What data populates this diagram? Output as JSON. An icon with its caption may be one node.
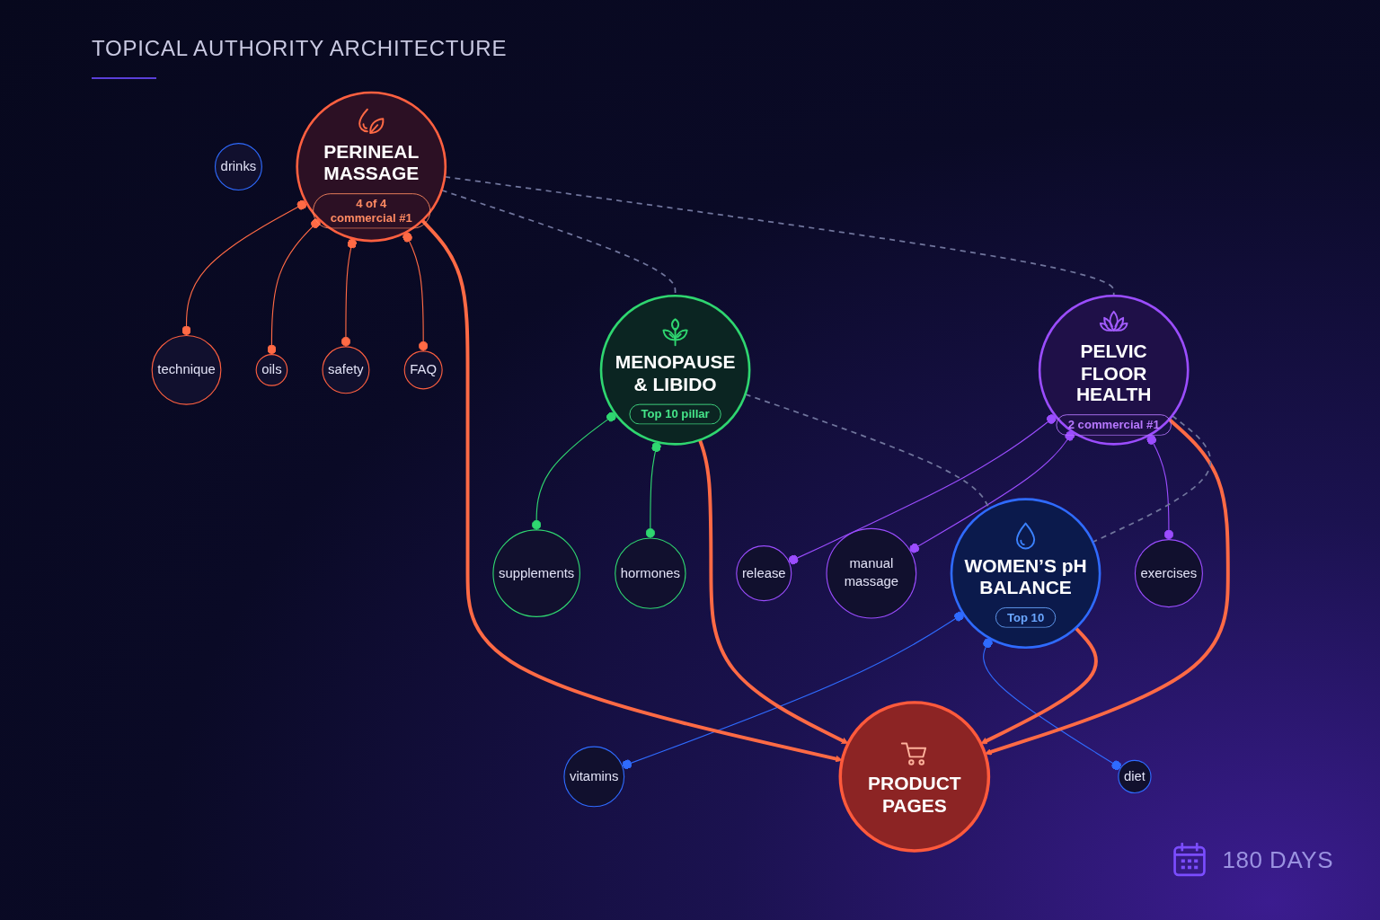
{
  "diagram": {
    "title": "TOPICAL AUTHORITY ARCHITECTURE",
    "nodes": [
      {
        "text": [
          "PERINEAL MASSAGE",
          "4 of 4 commercial #1"
        ]
      },
      {
        "text": [
          "technique"
        ]
      },
      {
        "text": [
          "oils"
        ]
      },
      {
        "text": [
          "safety"
        ]
      },
      {
        "text": [
          "FAQ"
        ]
      },
      {
        "text": [
          "MENOPAUSE & LIBIDO",
          "Top 10 pillar"
        ]
      },
      {
        "text": [
          "supplements"
        ]
      },
      {
        "text": [
          "hormones"
        ]
      },
      {
        "text": [
          "PRODUCT PAGES"
        ]
      },
      {
        "text": [
          "PELVIC FLOOR HEALTH",
          "2 commercial #1"
        ]
      },
      {
        "text": [
          "release"
        ]
      },
      {
        "text": [
          "manual massage"
        ]
      },
      {
        "text": [
          "exercises"
        ]
      },
      {
        "text": [
          "WOMEN’S pH BALANCE",
          "Top 10"
        ]
      },
      {
        "text": [
          "vitamins"
        ]
      },
      {
        "text": [
          "diet"
        ]
      },
      {
        "text": [
          "drinks"
        ]
      }
    ],
    "edges": [
      {
        "from": 0,
        "to": 1,
        "arrow": "other"
      },
      {
        "from": 0,
        "to": 2,
        "arrow": "other"
      },
      {
        "from": 0,
        "to": 3,
        "arrow": "other"
      },
      {
        "from": 0,
        "to": 4,
        "arrow": "other"
      },
      {
        "from": 5,
        "to": 6,
        "arrow": "other",
        "color": "#2fd670"
      },
      {
        "from": 5,
        "to": 7,
        "arrow": "other",
        "color": "#2fd670"
      },
      {
        "from": 9,
        "to": 10,
        "arrow": "other",
        "color": "#9b4dff"
      },
      {
        "from": 9,
        "to": 11,
        "arrow": "other",
        "color": "#9b4dff"
      },
      {
        "from": 9,
        "to": 12,
        "arrow": "other",
        "color": "#9b4dff"
      },
      {
        "from": 13,
        "to": 14,
        "arrow": "other",
        "color": "#2f6bff"
      },
      {
        "from": 13,
        "to": 15,
        "arrow": "other",
        "color": "#2f6bff"
      },
      {
        "from": 0,
        "to": 8,
        "arrow": "to",
        "style": "thick"
      },
      {
        "from": 5,
        "to": 8,
        "arrow": "to",
        "style": "thick"
      },
      {
        "from": 9,
        "to": 8,
        "arrow": "to",
        "style": "thick"
      },
      {
        "from": 13,
        "to": 8,
        "arrow": "to",
        "style": "thick"
      },
      {
        "from": 0,
        "to": 5,
        "arrow": "none",
        "style": "dashed",
        "color": "#70759c"
      },
      {
        "from": 0,
        "to": 9,
        "arrow": "none",
        "style": "dashed",
        "color": "#70759c"
      },
      {
        "from": 5,
        "to": 13,
        "arrow": "none",
        "style": "dashed",
        "color": "#70759c"
      },
      {
        "from": 9,
        "to": 13,
        "arrow": "none",
        "style": "dashed",
        "color": "#70759c"
      }
    ],
    "labels": [
      "180 DAYS"
    ]
  }
}
